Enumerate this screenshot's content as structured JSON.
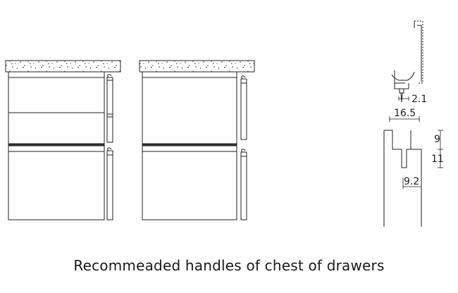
{
  "caption": "Recommeaded handles of chest of drawers",
  "dimensions": {
    "d1": "2.1",
    "d2": "16.5",
    "d3": "9",
    "d4": "11",
    "d5": "9.2"
  }
}
